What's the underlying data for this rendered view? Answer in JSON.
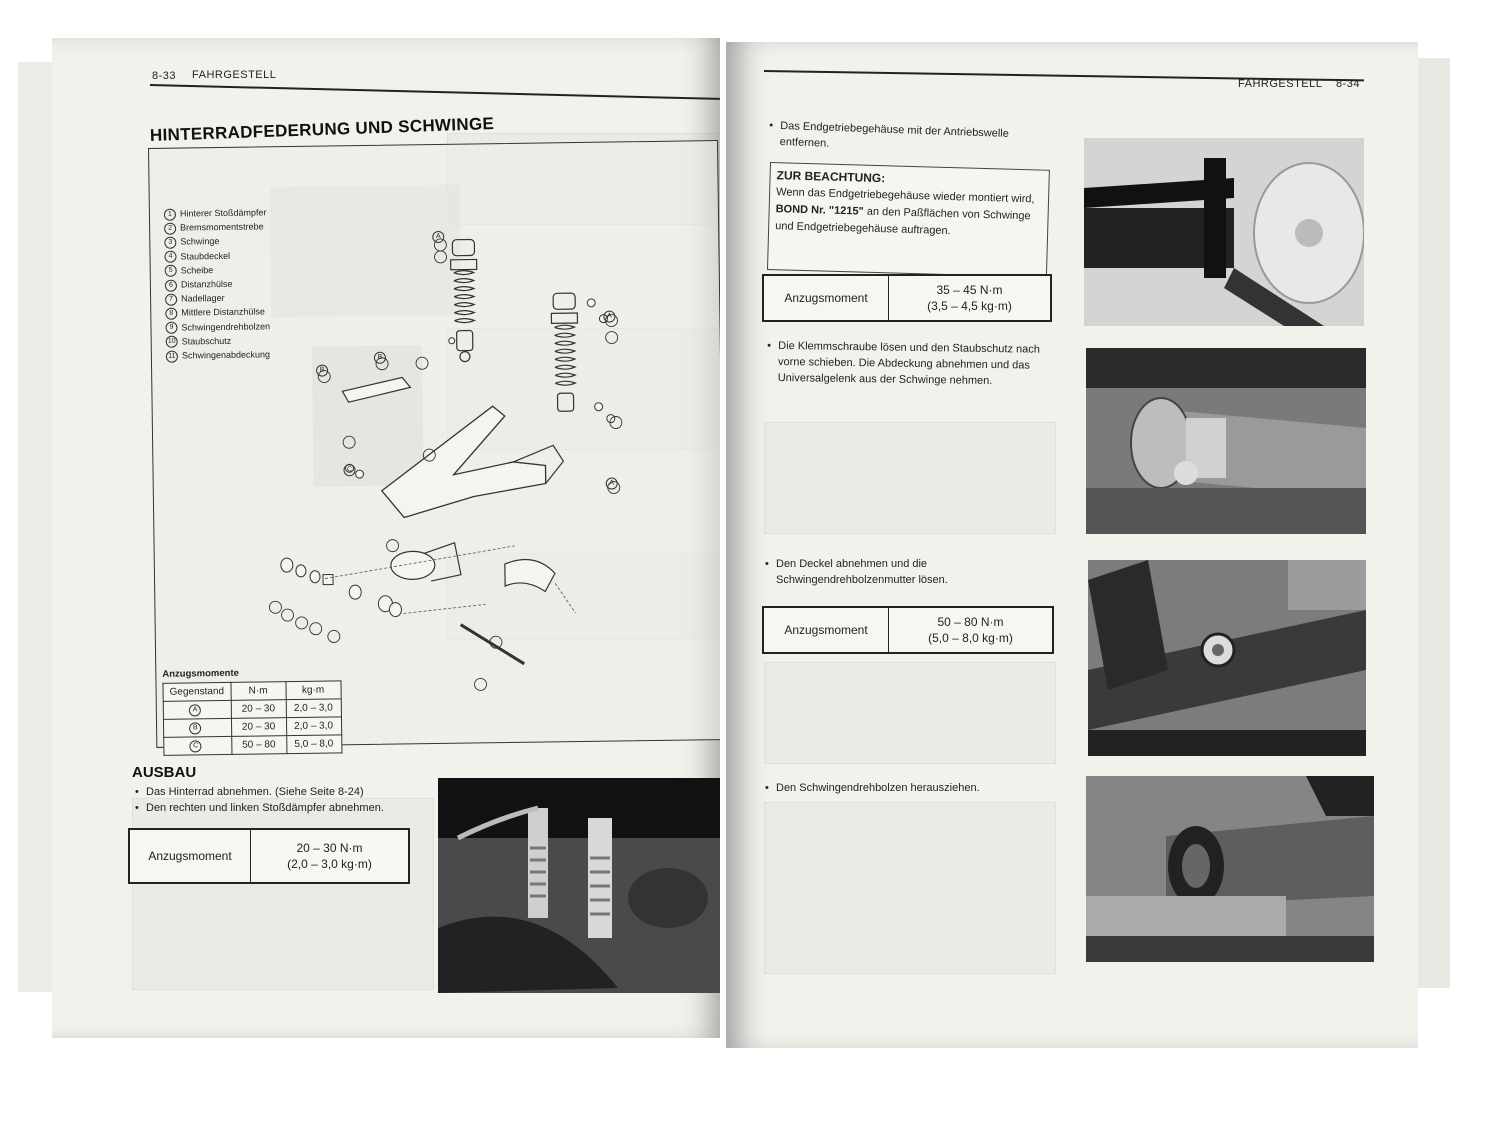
{
  "left_page": {
    "page_number": "8-33",
    "header_title": "FAHRGESTELL",
    "section_title": "HINTERRADFEDERUNG UND SCHWINGE",
    "legend": [
      {
        "num": "1",
        "label": "Hinterer Stoßdämpfer"
      },
      {
        "num": "2",
        "label": "Bremsmomentstrebe"
      },
      {
        "num": "3",
        "label": "Schwinge"
      },
      {
        "num": "4",
        "label": "Staubdeckel"
      },
      {
        "num": "5",
        "label": "Scheibe"
      },
      {
        "num": "6",
        "label": "Distanzhülse"
      },
      {
        "num": "7",
        "label": "Nadellager"
      },
      {
        "num": "8",
        "label": "Mittlere Distanzhülse"
      },
      {
        "num": "9",
        "label": "Schwingendrehbolzen"
      },
      {
        "num": "10",
        "label": "Staubschutz"
      },
      {
        "num": "11",
        "label": "Schwingenabdeckung"
      }
    ],
    "diagram_letters": [
      "A",
      "B",
      "C"
    ],
    "torque_caption": "Anzugsmomente",
    "torque_table": {
      "headers": [
        "Gegenstand",
        "N·m",
        "kg·m"
      ],
      "rows": [
        {
          "item": "A",
          "nm": "20 – 30",
          "kgm": "2,0 – 3,0"
        },
        {
          "item": "B",
          "nm": "20 – 30",
          "kgm": "2,0 – 3,0"
        },
        {
          "item": "C",
          "nm": "50 – 80",
          "kgm": "5,0 – 8,0"
        }
      ]
    },
    "ausbau_title": "AUSBAU",
    "ausbau_steps": [
      "Das Hinterrad abnehmen. (Siehe Seite 8-24)",
      "Den rechten und linken Stoßdämpfer abnehmen."
    ],
    "torque_box": {
      "label": "Anzugsmoment",
      "nm": "20 – 30 N·m",
      "kgm": "(2,0 – 3,0 kg·m)"
    }
  },
  "right_page": {
    "page_number": "8-34",
    "header_title": "FAHRGESTELL",
    "step1": "Das Endgetriebegehäuse mit der Antriebswelle entfernen.",
    "note": {
      "title": "ZUR BEACHTUNG:",
      "text_a": "Wenn das Endgetriebegehäuse wieder montiert wird, ",
      "text_bold": "BOND Nr. \"1215\"",
      "text_b": " an den Paßflächen von Schwinge und Endgetriebegehäuse auftragen."
    },
    "torque_box_1": {
      "label": "Anzugsmoment",
      "nm": "35 – 45 N·m",
      "kgm": "(3,5 – 4,5 kg·m)"
    },
    "step2": "Die Klemmschraube lösen und den Staubschutz nach vorne schieben. Die Abdeckung abnehmen und das Universalgelenk aus der Schwinge nehmen.",
    "step3": "Den Deckel abnehmen und die Schwingendrehbolzenmutter lösen.",
    "torque_box_2": {
      "label": "Anzugsmoment",
      "nm": "50 – 80 N·m",
      "kgm": "(5,0 – 8,0 kg·m)"
    },
    "step4": "Den Schwingendrehbolzen herausziehen."
  }
}
